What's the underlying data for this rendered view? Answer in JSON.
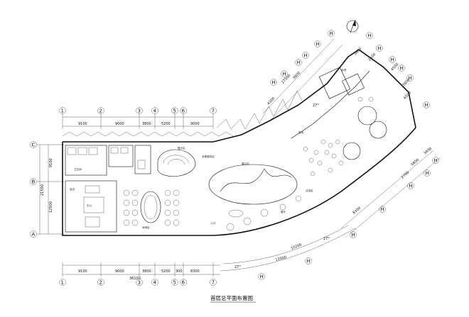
{
  "drawing": {
    "title": "首层总平面布置图",
    "north_label": "N"
  },
  "axes": {
    "top_numbers": [
      "1",
      "2",
      "3",
      "4",
      "5",
      "6",
      "7"
    ],
    "bottom_numbers": [
      "1",
      "2",
      "3",
      "4",
      "5",
      "6",
      "7"
    ],
    "left_letters": [
      "C",
      "B",
      "A"
    ],
    "diagonal": [
      "H",
      "H",
      "H",
      "H",
      "H",
      "H",
      "H",
      "H",
      "H",
      "H",
      "H",
      "H",
      "H",
      "H",
      "H",
      "H",
      "H",
      "H",
      "H"
    ]
  },
  "dimensions": {
    "top_segments": [
      "9100",
      "9000",
      "3800",
      "5200",
      "9000"
    ],
    "top_total": "36100",
    "bottom_segments": [
      "9100",
      "9000",
      "3800",
      "5200",
      "300",
      "8300"
    ],
    "bottom_total": "36100",
    "left_total": "21500",
    "left_segments": [
      "9100",
      "12500"
    ],
    "wing_upper": [
      "27500",
      "3800",
      "4300",
      "3400",
      "2500",
      "4500",
      "3800",
      "6500"
    ],
    "wing_lower": [
      "3400",
      "5800",
      "2700",
      "8300",
      "10200",
      "12000"
    ],
    "angles": [
      "27°",
      "27°",
      "27°"
    ]
  },
  "rooms": {
    "r1": "自助服务区",
    "r2": "展示区",
    "r3": "休闲区",
    "r4": "洽谈区",
    "r5": "接待",
    "r6": "办公",
    "r7": "会议",
    "r8": "卫生间",
    "r9": "水吧",
    "r10": "展示区",
    "r11": "入口",
    "r12": "展厅"
  }
}
